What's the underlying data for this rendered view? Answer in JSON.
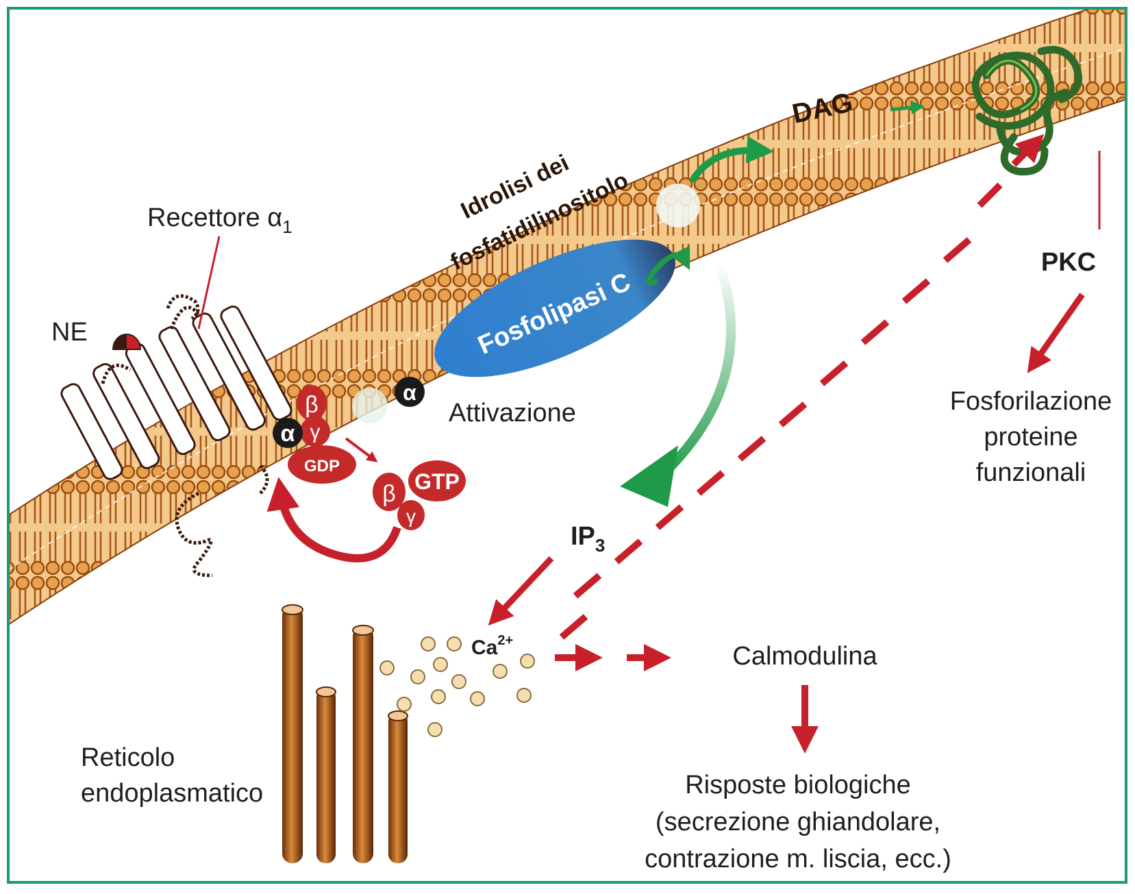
{
  "labels": {
    "receptor": "Recettore α",
    "receptor_sub": "1",
    "ne": "NE",
    "hydrolysis_line1": "Idrolisi dei",
    "hydrolysis_line2": "fosfatidilinositolo",
    "plc": "Fosfolipasi C",
    "activation": "Attivazione",
    "dag": "DAG",
    "pkc": "PKC",
    "phospho_line1": "Fosforilazione",
    "phospho_line2": "proteine",
    "phospho_line3": "funzionali",
    "ip3": "IP",
    "ip3_sub": "3",
    "ca": "Ca",
    "ca_sup": "2+",
    "calmodulin": "Calmodulina",
    "er_line1": "Reticolo",
    "er_line2": "endoplasmatico",
    "responses_line1": "Risposte biologiche",
    "responses_line2": "(secrezione ghiandolare,",
    "responses_line3": "contrazione m. liscia, ecc.)"
  },
  "gprotein": {
    "alpha": "α",
    "beta": "β",
    "gamma": "γ",
    "gdp": "GDP",
    "gtp": "GTP"
  },
  "colors": {
    "frame": "#1a9a7a",
    "membrane": "#c8701c",
    "arrow_red": "#c8202a",
    "arrow_green": "#1f9a48",
    "plc_blue": "#2f7fd0",
    "gprotein_red": "#c42a2a",
    "pkc_green": "#2e6a2a"
  }
}
